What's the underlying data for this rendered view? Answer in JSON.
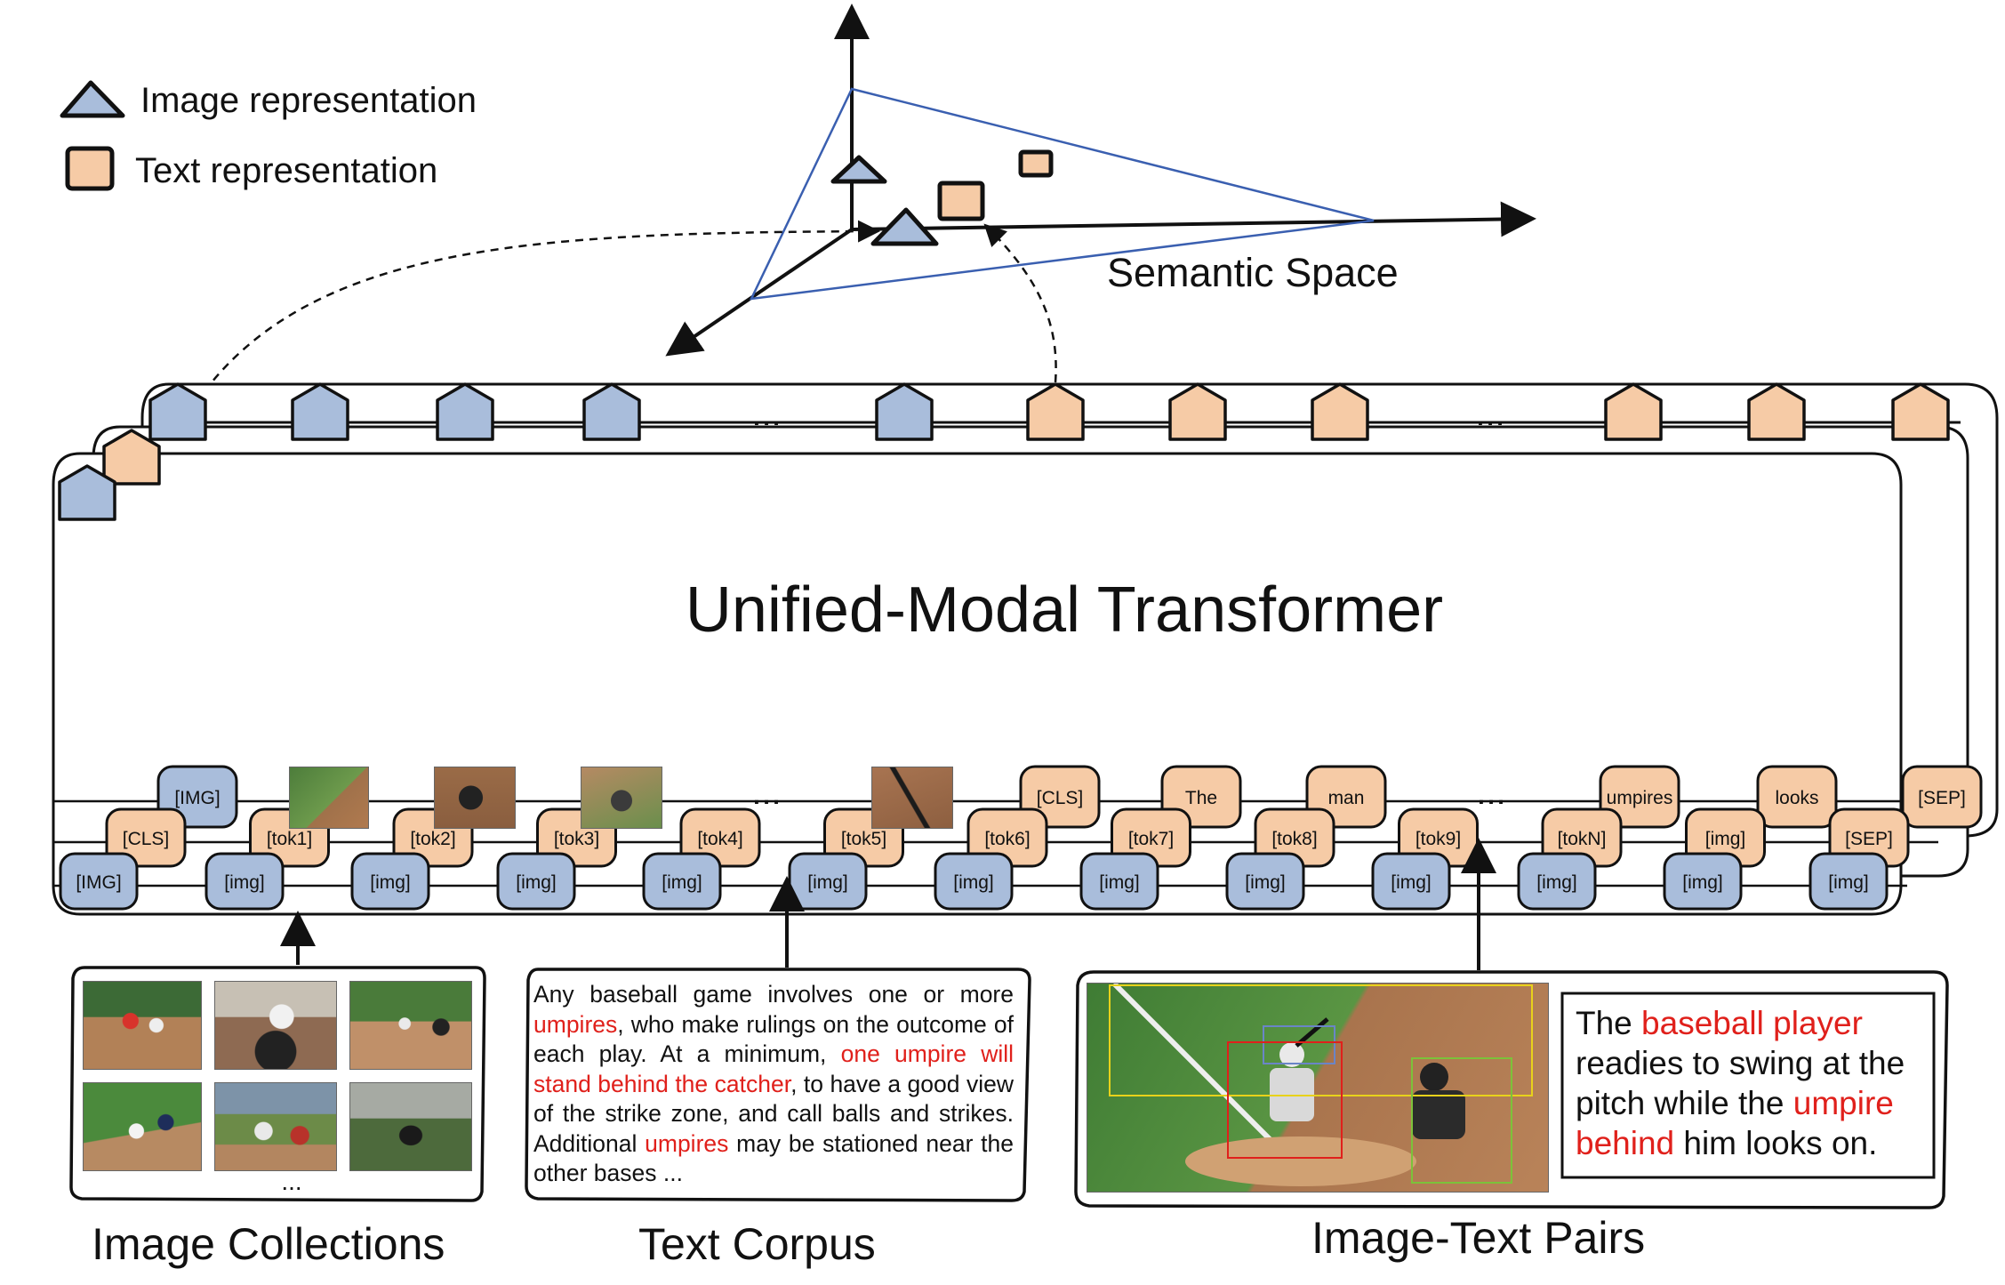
{
  "legend": {
    "image_label": "Image representation",
    "text_label": "Text representation"
  },
  "semantic_space_label": "Semantic Space",
  "transformer_title": "Unified-Modal Transformer",
  "ellipsis": "...",
  "token_rows": {
    "back_row": [
      "[IMG]",
      "",
      "",
      "",
      "...",
      "",
      "[CLS]",
      "The",
      "man",
      "...",
      "umpires",
      "looks",
      "[SEP]"
    ],
    "middle_row": [
      "[CLS]",
      "[tok1]",
      "[tok2]",
      "[tok3]",
      "[tok4]",
      "[tok5]",
      "[tok6]",
      "[tok7]",
      "[tok8]",
      "[tok9]",
      "[tokN]",
      "[img]",
      "[SEP]"
    ],
    "front_row": [
      "[IMG]",
      "[img]",
      "[img]",
      "[img]",
      "[img]",
      "[img]",
      "[img]",
      "[img]",
      "[img]",
      "[img]",
      "[img]",
      "[img]",
      "[img]"
    ]
  },
  "image_collections": {
    "label": "Image Collections",
    "more": "..."
  },
  "text_corpus": {
    "label": "Text Corpus",
    "segments": [
      {
        "text": "Any baseball game involves one or more ",
        "red": false
      },
      {
        "text": "umpires",
        "red": true
      },
      {
        "text": ", who make rulings on the outcome of each play. At a minimum, ",
        "red": false
      },
      {
        "text": "one umpire will stand behind the catcher",
        "red": true
      },
      {
        "text": ", to have a good view of the strike zone, and call balls and strikes. Additional ",
        "red": false
      },
      {
        "text": "umpires",
        "red": true
      },
      {
        "text": " may be stationed near the other bases ...",
        "red": false
      }
    ]
  },
  "image_text_pairs": {
    "label": "Image-Text Pairs",
    "caption_segments": [
      {
        "text": "The ",
        "red": false
      },
      {
        "text": "baseball player",
        "red": true
      },
      {
        "text": " readies to swing at the pitch while the ",
        "red": false
      },
      {
        "text": "umpire behind",
        "red": true
      },
      {
        "text": " him looks on.",
        "red": false
      }
    ]
  },
  "colors": {
    "image_blue": "#a9bddb",
    "text_peach": "#f6cba6",
    "highlight_red": "#e0201b",
    "outline": "#111111",
    "plane_blue": "#3a5fb0"
  }
}
